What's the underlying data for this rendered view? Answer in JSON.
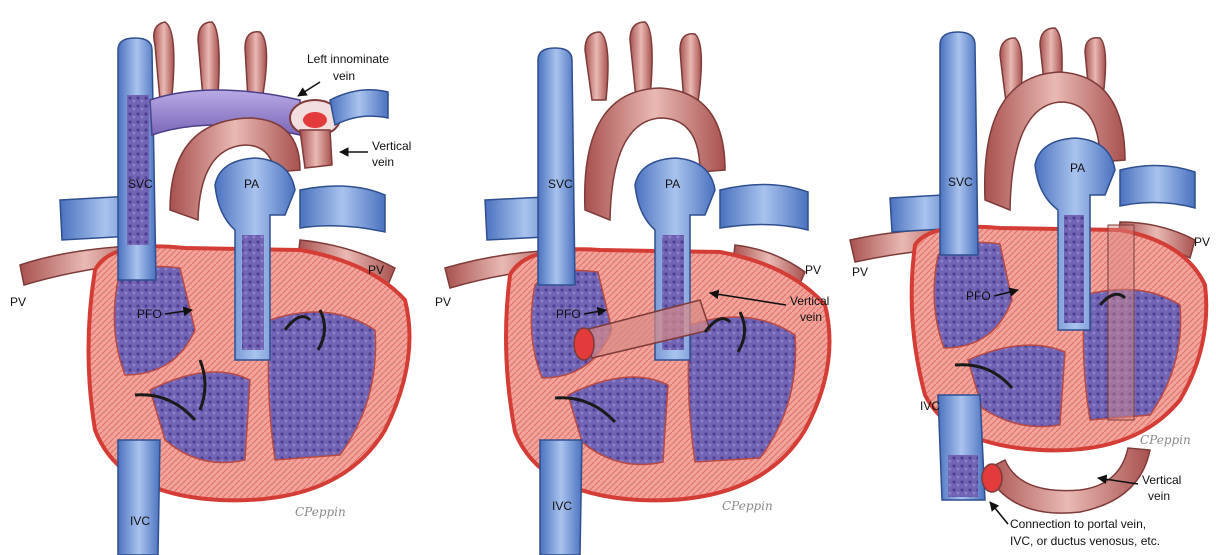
{
  "colors": {
    "vein_blue": "#6f95d6",
    "vein_blue_light": "#a9c3ee",
    "artery_red": "#c77a78",
    "artery_red_light": "#e9b9b3",
    "myocardium": "#e98c86",
    "myocardium_edge": "#d43d36",
    "chamber_purple": "#6a5aa8",
    "innominate_purple": "#9b8ad0",
    "valve_black": "#1a1a1a"
  },
  "panels": [
    {
      "labels": {
        "svc": "SVC",
        "pa": "PA",
        "ivc": "IVC",
        "pfo": "PFO",
        "pv_left": "PV",
        "pv_right": "PV",
        "left_innominate_line1": "Left innominate",
        "left_innominate_line2": "vein",
        "vertical_line1": "Vertical",
        "vertical_line2": "vein"
      },
      "signature": "CPeppin"
    },
    {
      "labels": {
        "svc": "SVC",
        "pa": "PA",
        "ivc": "IVC",
        "pfo": "PFO",
        "pv_left": "PV",
        "pv_right": "PV",
        "vertical_line1": "Vertical",
        "vertical_line2": "vein"
      },
      "signature": "CPeppin"
    },
    {
      "labels": {
        "svc": "SVC",
        "pa": "PA",
        "ivc": "IVC",
        "pfo": "PFO",
        "pv_left": "PV",
        "pv_right": "PV",
        "vertical_line1": "Vertical",
        "vertical_line2": "vein",
        "connection_line1": "Connection to portal vein,",
        "connection_line2": "IVC, or ductus venosus, etc."
      },
      "signature": "CPeppin"
    }
  ]
}
